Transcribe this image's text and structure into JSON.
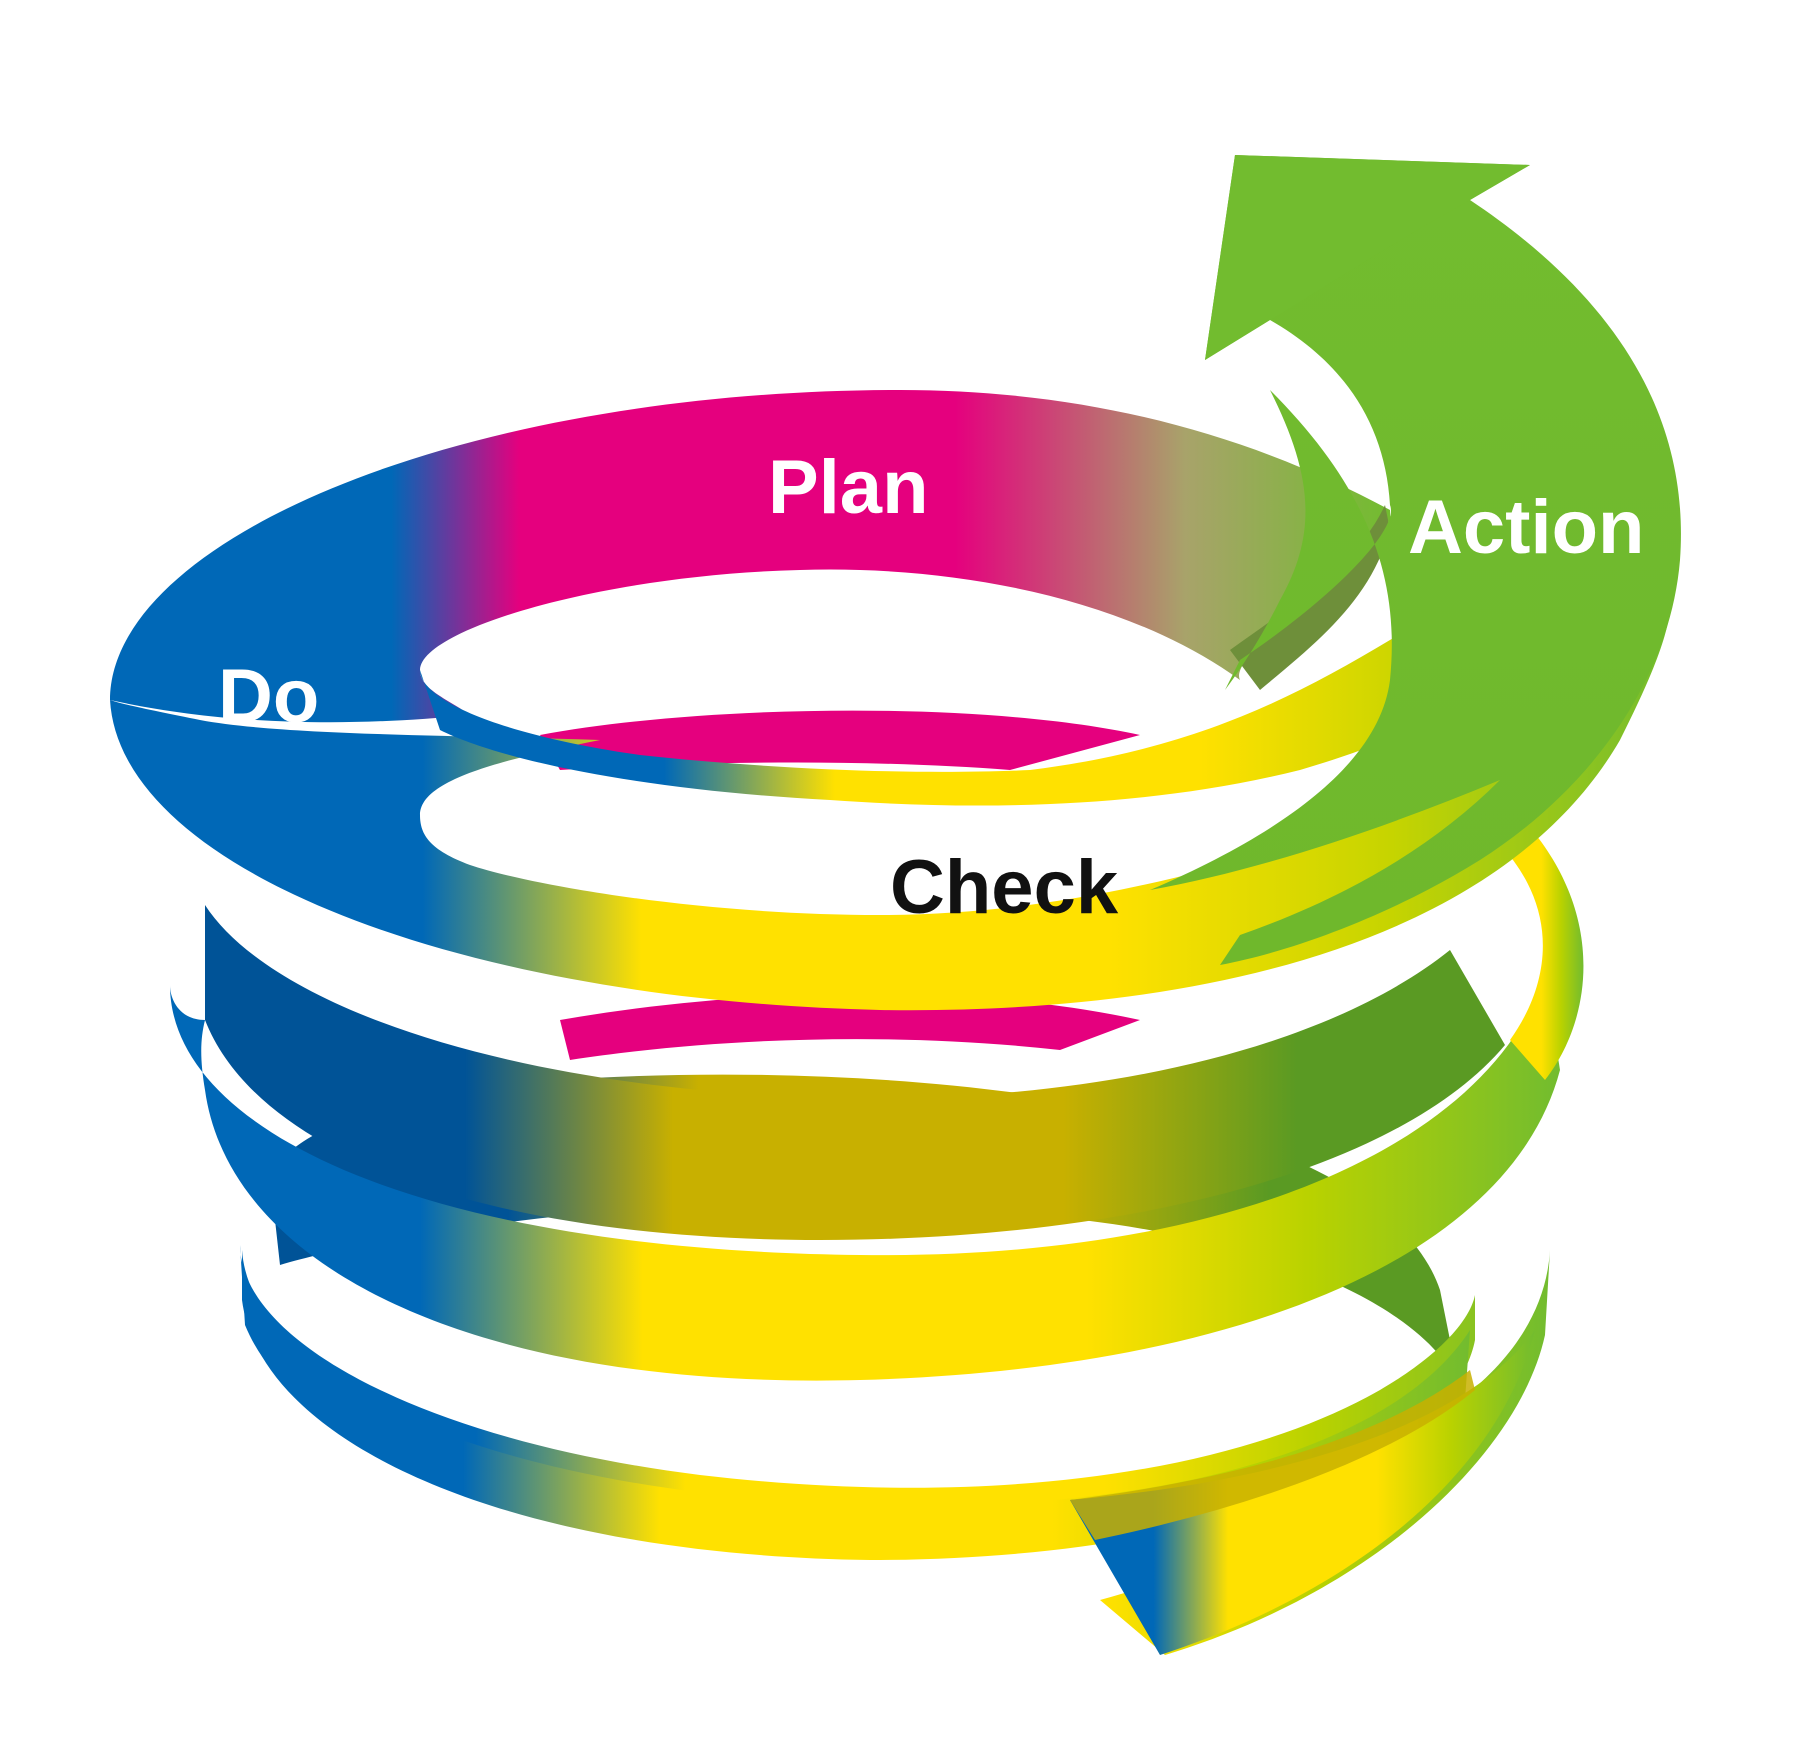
{
  "diagram": {
    "labels": {
      "plan": "Plan",
      "do": "Do",
      "check": "Check",
      "action": "Action"
    },
    "colors": {
      "plan": "#E5007E",
      "do": "#0068B7",
      "check": "#FFE100",
      "action": "#72BC2F",
      "plan_text": "#FFFFFF",
      "do_text": "#FFFFFF",
      "check_text": "#111111",
      "action_text": "#FFFFFF"
    }
  }
}
